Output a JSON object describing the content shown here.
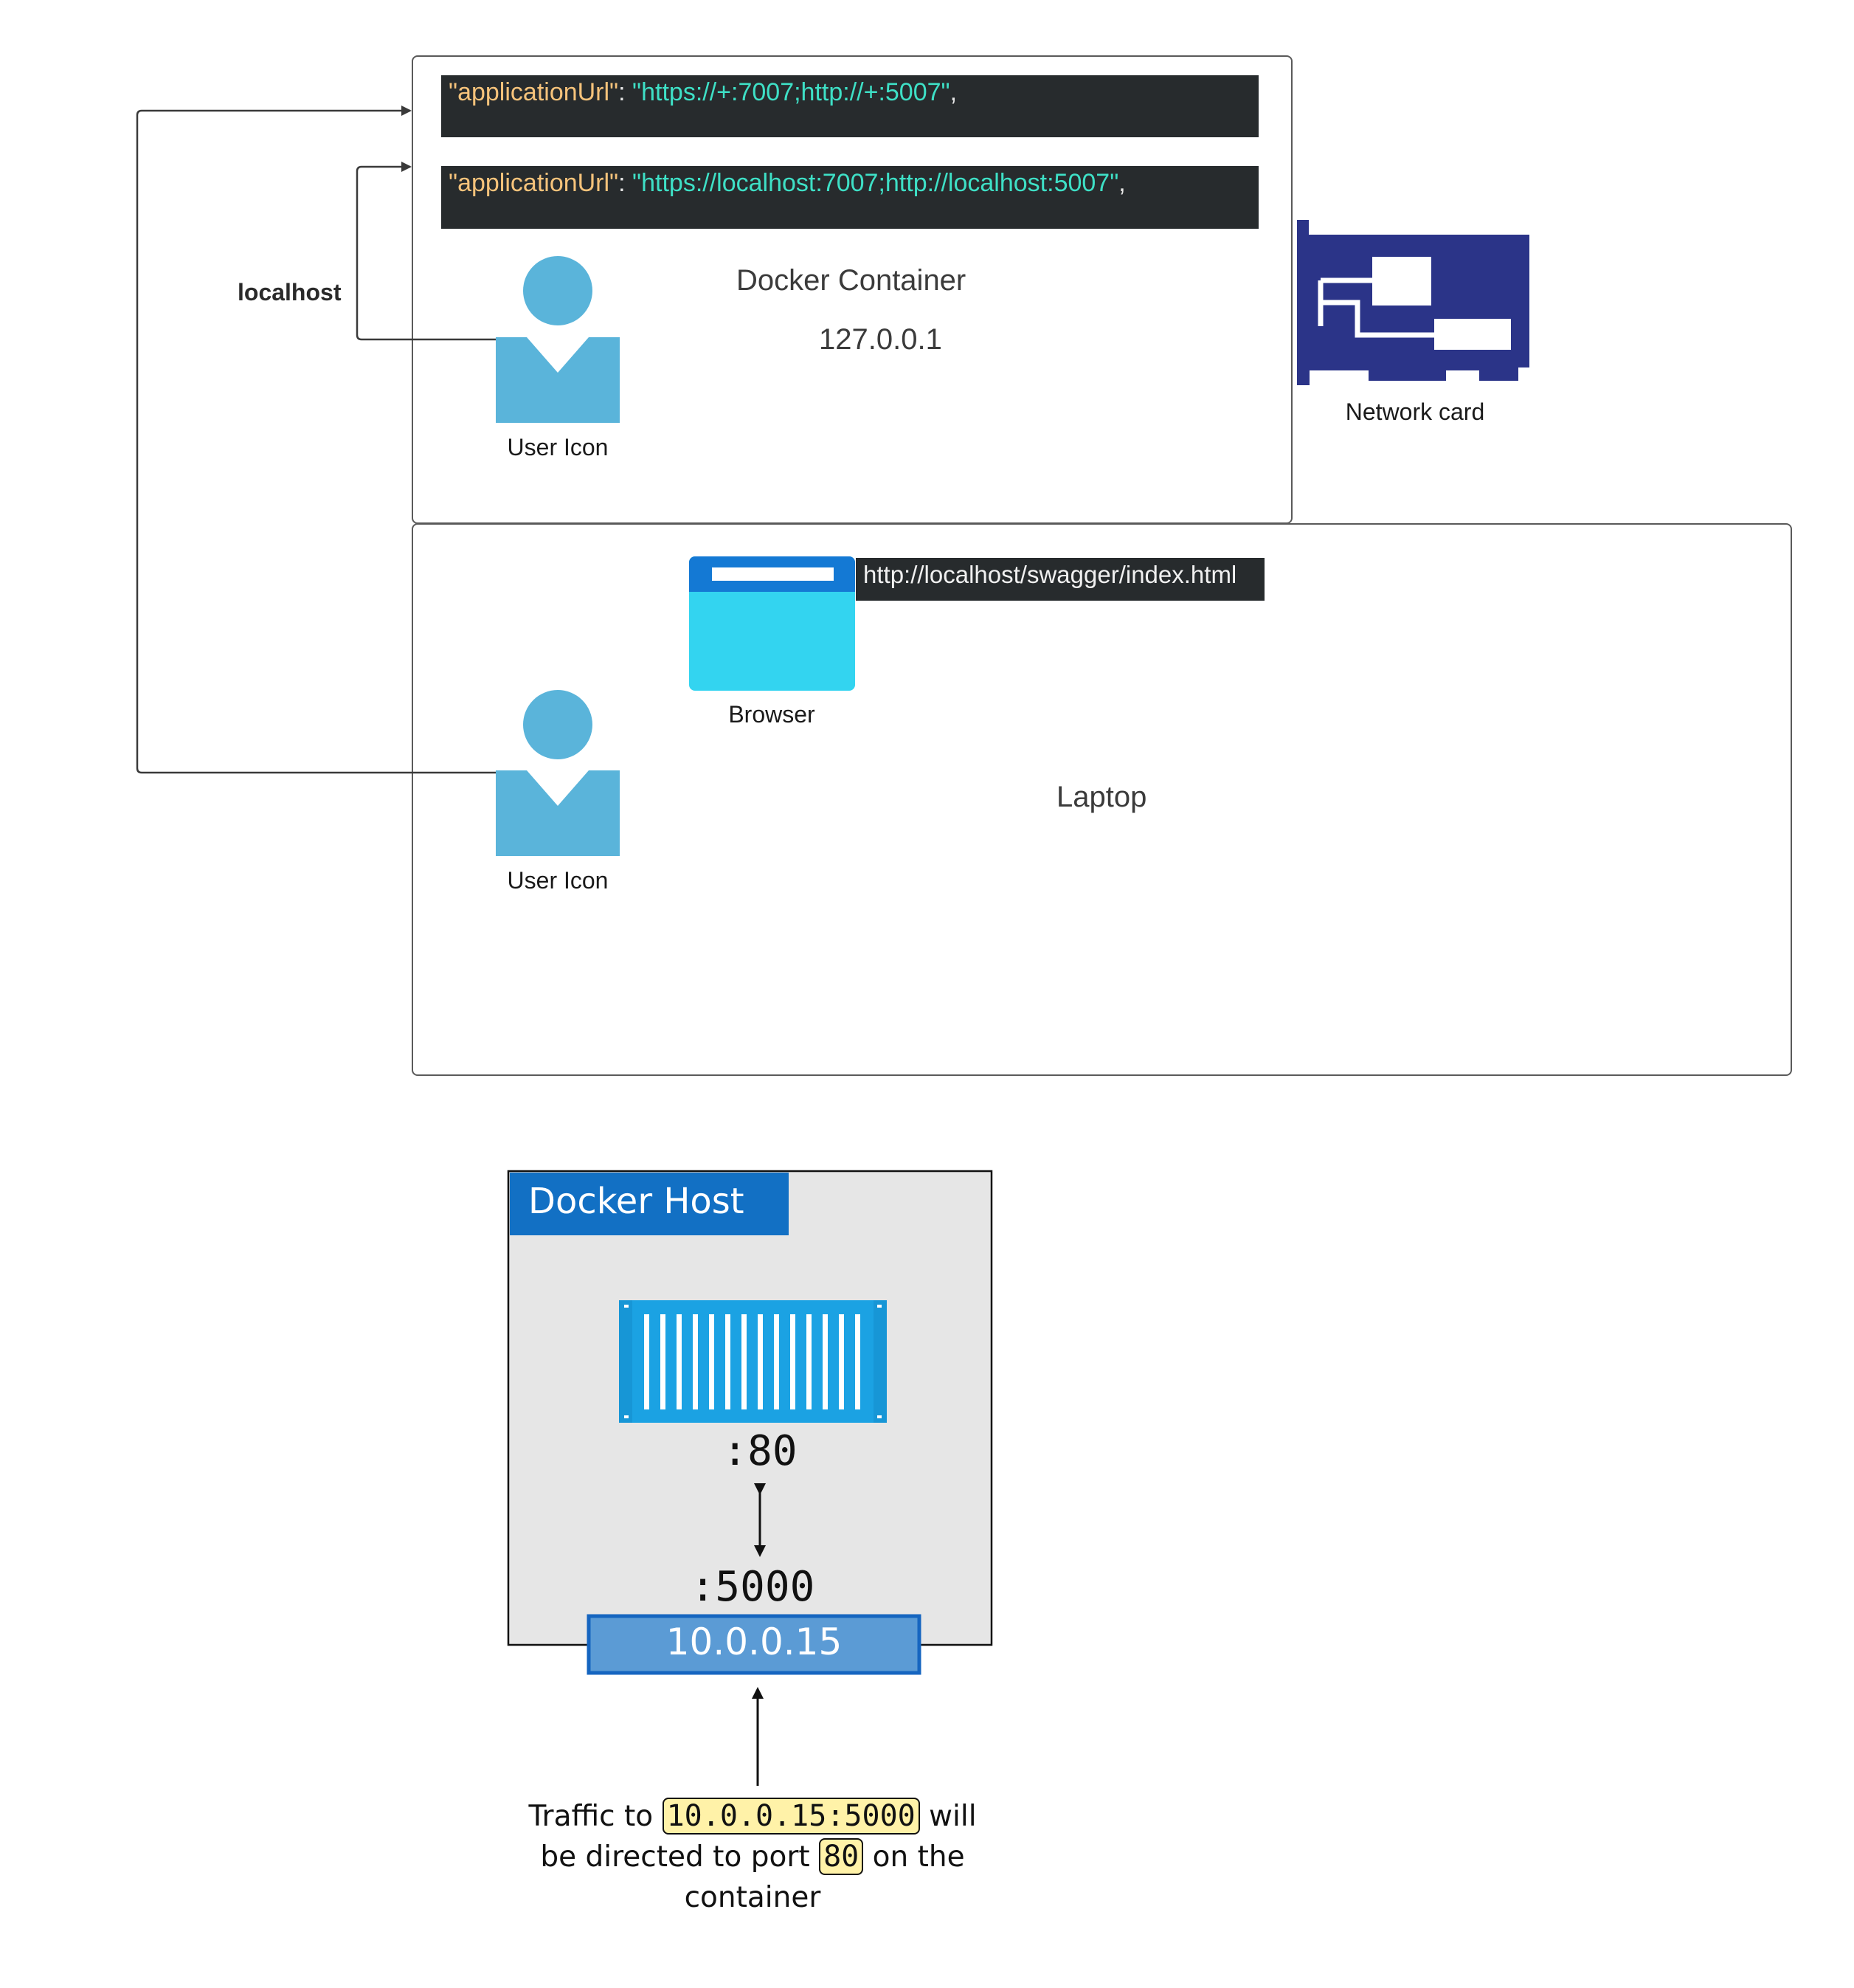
{
  "docker_container": {
    "title": "Docker Container",
    "ip": "127.0.0.1",
    "code_line_1": {
      "key": "\"applicationUrl\"",
      "sep": ": ",
      "value": "\"https://+:7007;http://+:5007\"",
      "tail": ","
    },
    "code_line_2": {
      "key": "\"applicationUrl\"",
      "sep": ": ",
      "value": "\"https://localhost:7007;http://localhost:5007\"",
      "tail": ","
    },
    "user_label": "User Icon"
  },
  "connector_label": "localhost",
  "network_card": {
    "label": "Network card",
    "color": "#2b3488"
  },
  "laptop": {
    "title": "Laptop",
    "browser_label": "Browser",
    "url": "http://localhost/swagger/index.html",
    "user_label": "User Icon"
  },
  "docker_host": {
    "title": "Docker Host",
    "container_port": ":80",
    "host_port": ":5000",
    "host_ip": "10.0.0.15",
    "caption": {
      "part1": "Traffic to",
      "address": "10.0.0.15:5000",
      "part2": "will",
      "part3": "be directed to port",
      "port": "80",
      "part4": "on the",
      "part5": "container"
    }
  },
  "colors": {
    "user_icon": "#5ab4da",
    "browser_top": "#1479d4",
    "browser_body": "#33d4f0",
    "container_blue": "#1ba2e3",
    "host_ip_fill": "#5b9bd5",
    "host_ip_border": "#1565c0",
    "host_title_bg": "#1270c4",
    "highlight": "#fff2a8"
  }
}
